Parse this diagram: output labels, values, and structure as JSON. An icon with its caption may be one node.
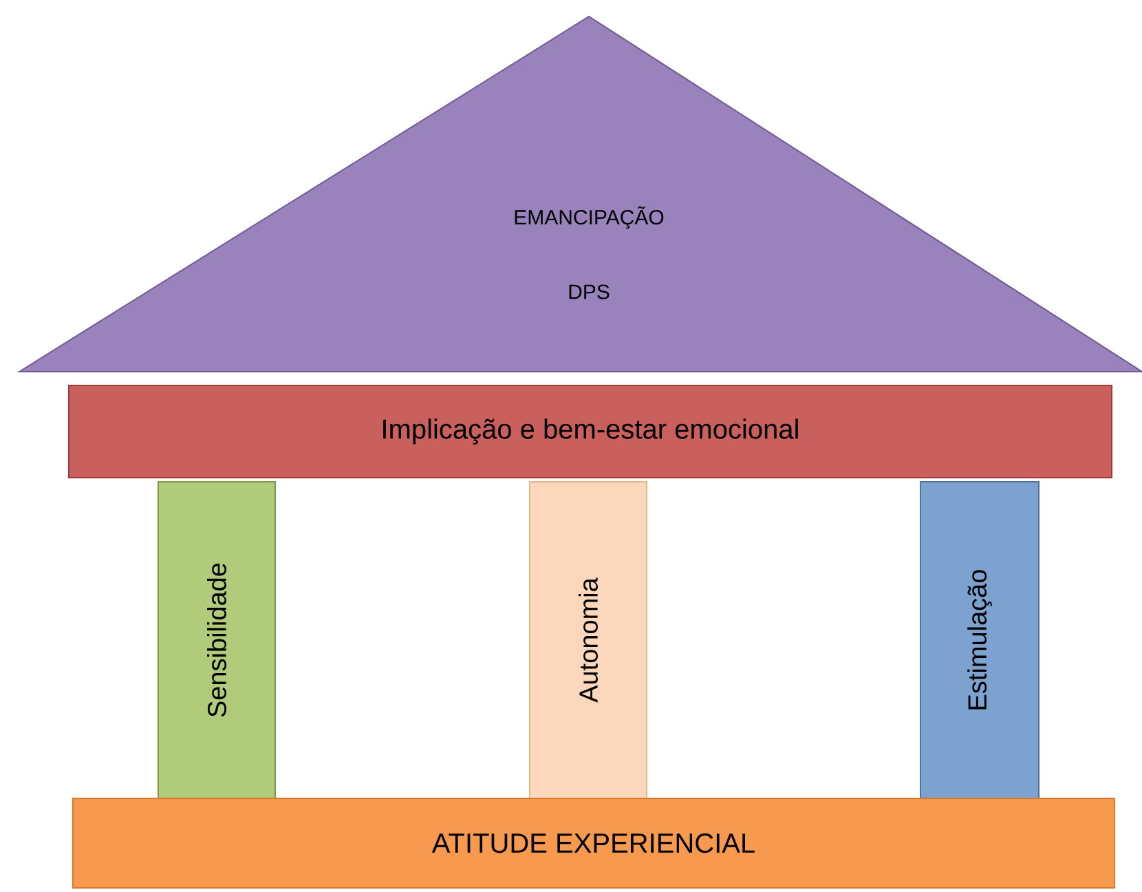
{
  "diagram": {
    "nodes": [
      {
        "text": [
          "EMANCIPAÇÃO",
          "DPS"
        ]
      },
      {
        "text": [
          "Implicação e bem-estar emocional"
        ]
      },
      {
        "text": [
          "Sensibilidade"
        ]
      },
      {
        "text": [
          "Autonomia"
        ]
      },
      {
        "text": [
          "Estimulação"
        ]
      },
      {
        "text": [
          "ATITUDE EXPERIENCIAL"
        ]
      }
    ]
  }
}
